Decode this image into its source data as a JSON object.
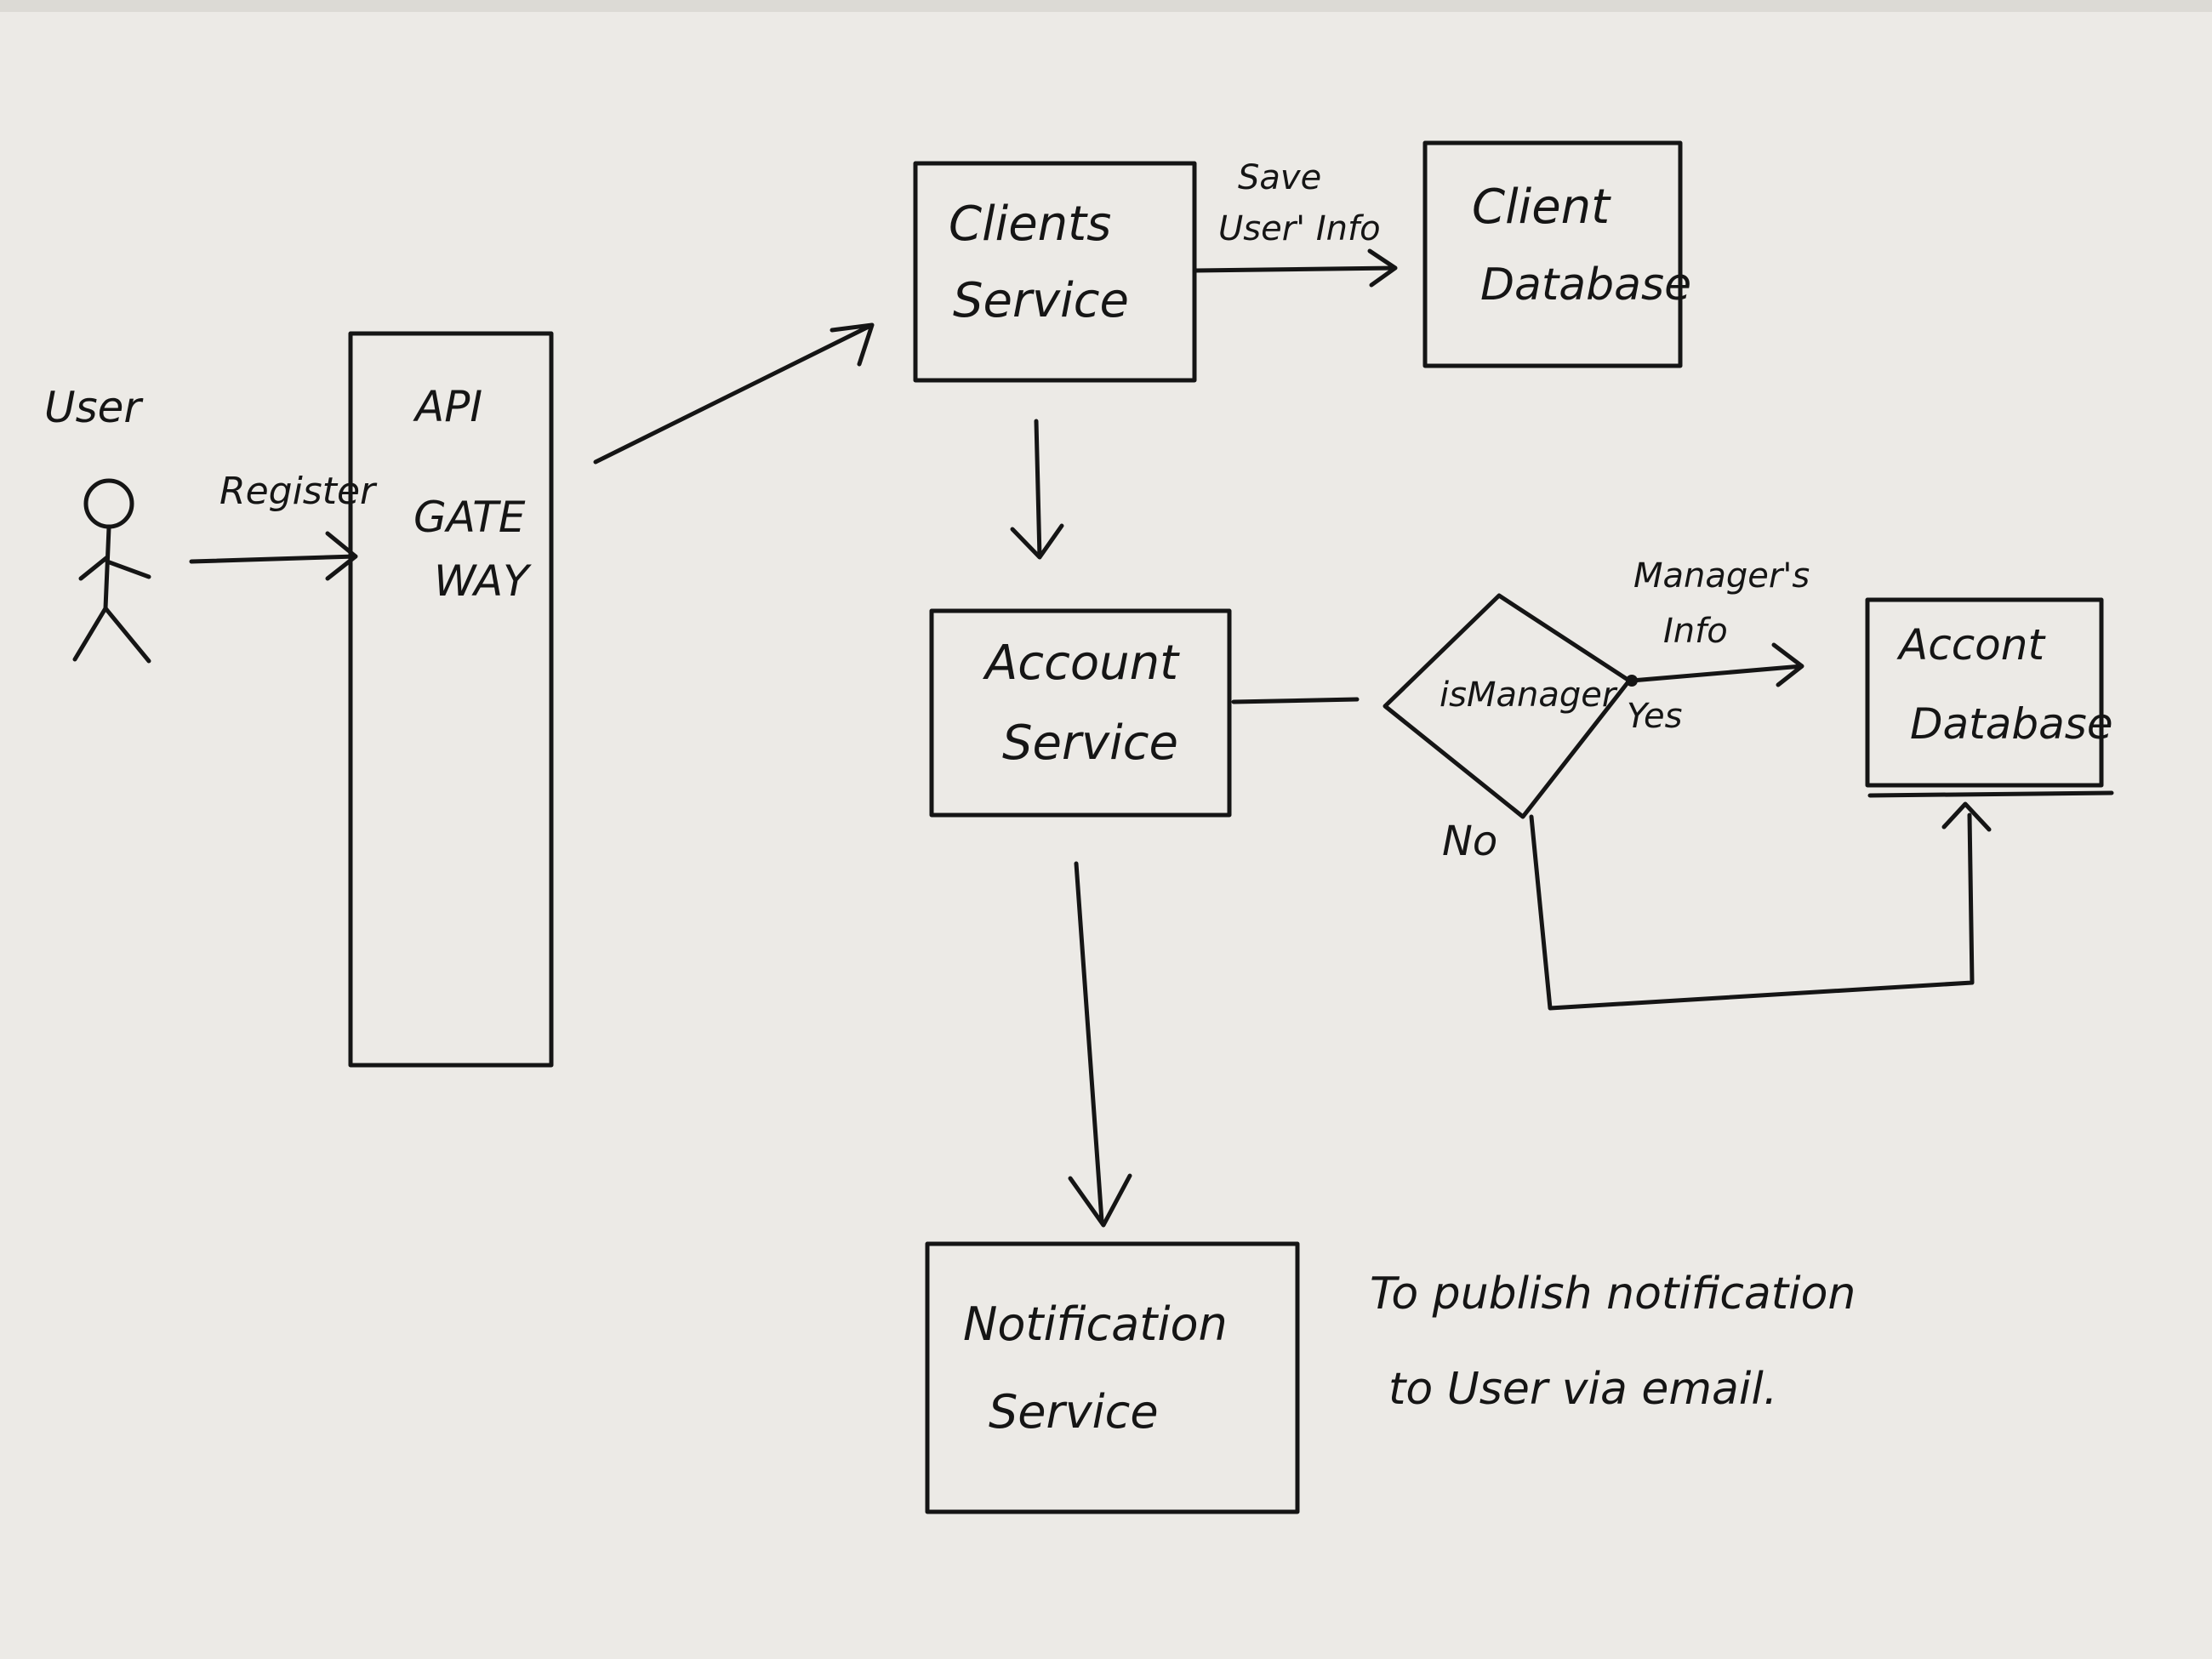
{
  "actor": {
    "label": "User"
  },
  "edges": {
    "register": "Register",
    "save_user_info": [
      "Save",
      "User' Info"
    ],
    "managers_info": [
      "Manager's",
      "Info"
    ],
    "yes": "Yes",
    "no": "No"
  },
  "nodes": {
    "api_gateway": [
      "API",
      "GATE",
      "WAY"
    ],
    "clients_service": [
      "Clients",
      "Service"
    ],
    "client_database": [
      "Client",
      "Database"
    ],
    "account_service": [
      "Account",
      "Service"
    ],
    "is_manager": "isManager",
    "account_database": [
      "Accont",
      "Database"
    ],
    "notification_service": [
      "Notification",
      "Service"
    ]
  },
  "note": [
    "To publish notification",
    "to User via email."
  ],
  "colors": {
    "paper": "#eceae6",
    "ink": "#151515"
  }
}
